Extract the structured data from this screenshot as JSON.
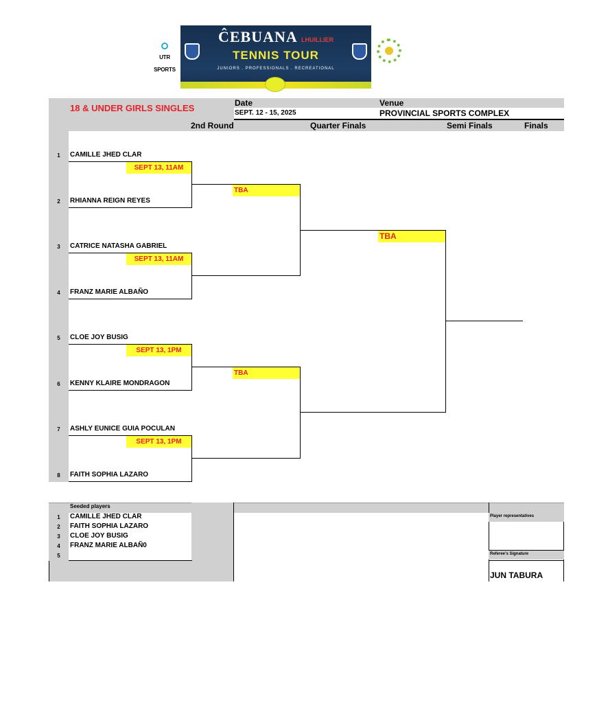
{
  "header": {
    "utr_label": "UTR SPORTS",
    "banner_title": "ĈEBUANA",
    "banner_subtitle": "LHUILLIER",
    "banner_tour": "TENNIS TOUR",
    "banner_tagline": "JUNIORS . PROFESSIONALS . RECREATIONAL"
  },
  "event": {
    "title": "18 & UNDER GIRLS SINGLES",
    "date_label": "Date",
    "date_value": "SEPT. 12 - 15, 2025",
    "venue_label": "Venue",
    "venue_value": "PROVINCIAL SPORTS COMPLEX"
  },
  "rounds": {
    "r1": "2nd Round",
    "r2": "Quarter Finals",
    "r3": "Semi Finals",
    "r4": "Finals"
  },
  "players": [
    {
      "num": "1",
      "name": "CAMILLE JHED CLAR"
    },
    {
      "num": "2",
      "name": "RHIANNA REIGN REYES"
    },
    {
      "num": "3",
      "name": "CATRICE NATASHA GABRIEL"
    },
    {
      "num": "4",
      "name": "FRANZ MARIE ALBAÑO"
    },
    {
      "num": "5",
      "name": "CLOE JOY BUSIG"
    },
    {
      "num": "6",
      "name": "KENNY KLAIRE MONDRAGON"
    },
    {
      "num": "7",
      "name": "ASHLY  EUNICE GUIA POCULAN"
    },
    {
      "num": "8",
      "name": "FAITH SOPHIA LAZARO"
    }
  ],
  "schedules": [
    "SEPT 13, 11AM",
    "SEPT 13, 11AM",
    "SEPT 13, 1PM",
    "SEPT 13, 1PM"
  ],
  "qf": [
    "TBA",
    "TBA"
  ],
  "sf": [
    "TBA"
  ],
  "seeded": {
    "title": "Seeded players",
    "list": [
      {
        "num": "1",
        "name": "CAMILLE JHED CLAR"
      },
      {
        "num": "2",
        "name": "FAITH SOPHIA LAZARO"
      },
      {
        "num": "3",
        "name": "CLOE JOY BUSIG"
      },
      {
        "num": "4",
        "name": "FRANZ MARIE ALBAÑ0"
      },
      {
        "num": "5",
        "name": ""
      }
    ]
  },
  "officials": {
    "rep_label": "Player representatives",
    "ref_label": "Referee's Signature",
    "ref_name": "JUN TABURA"
  }
}
